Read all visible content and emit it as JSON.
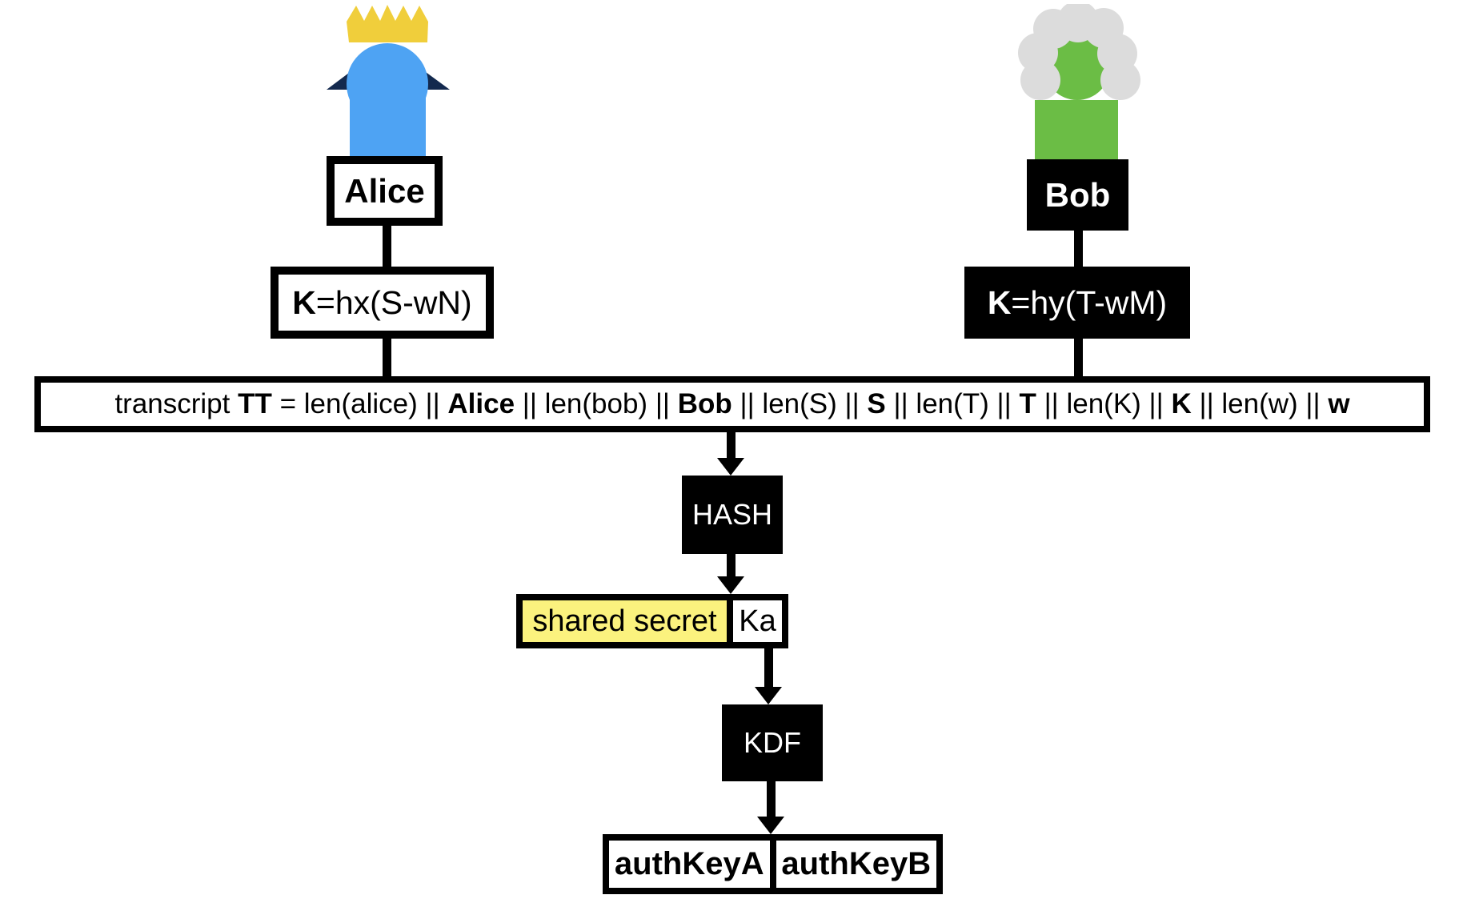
{
  "colors": {
    "alice_blue": "#4EA3F3",
    "alice_navy": "#13294E",
    "crown_yellow": "#F0CE3B",
    "bob_green": "#6BBD45",
    "wig_gray": "#DCDCDC",
    "secret_yellow": "#FBF27E",
    "line_black": "#000000"
  },
  "alice": {
    "label": "Alice",
    "icon": "crowned-queen-figure",
    "key_formula": [
      {
        "t": "K",
        "b": true
      },
      {
        "t": "=hx(S-wN)",
        "b": false
      }
    ]
  },
  "bob": {
    "label": "Bob",
    "icon": "wigged-judge-figure",
    "key_formula": [
      {
        "t": "K",
        "b": true
      },
      {
        "t": "=hy(T-wM)",
        "b": false
      }
    ]
  },
  "transcript": {
    "segments": [
      {
        "t": "transcript ",
        "b": false
      },
      {
        "t": "TT",
        "b": true
      },
      {
        "t": " = len(alice) || ",
        "b": false
      },
      {
        "t": "Alice",
        "b": true
      },
      {
        "t": " || len(bob) || ",
        "b": false
      },
      {
        "t": "Bob",
        "b": true
      },
      {
        "t": " || len(S) || ",
        "b": false
      },
      {
        "t": "S",
        "b": true
      },
      {
        "t": " || len(T) || ",
        "b": false
      },
      {
        "t": "T",
        "b": true
      },
      {
        "t": " || len(K) || ",
        "b": false
      },
      {
        "t": "K",
        "b": true
      },
      {
        "t": " || len(w) || ",
        "b": false
      },
      {
        "t": "w",
        "b": true
      }
    ]
  },
  "hash": {
    "label": "HASH"
  },
  "shared_secret": {
    "label": "shared secret",
    "key_label": "Ka"
  },
  "kdf": {
    "label": "KDF"
  },
  "auth_keys": {
    "a": "authKeyA",
    "b": "authKeyB"
  }
}
